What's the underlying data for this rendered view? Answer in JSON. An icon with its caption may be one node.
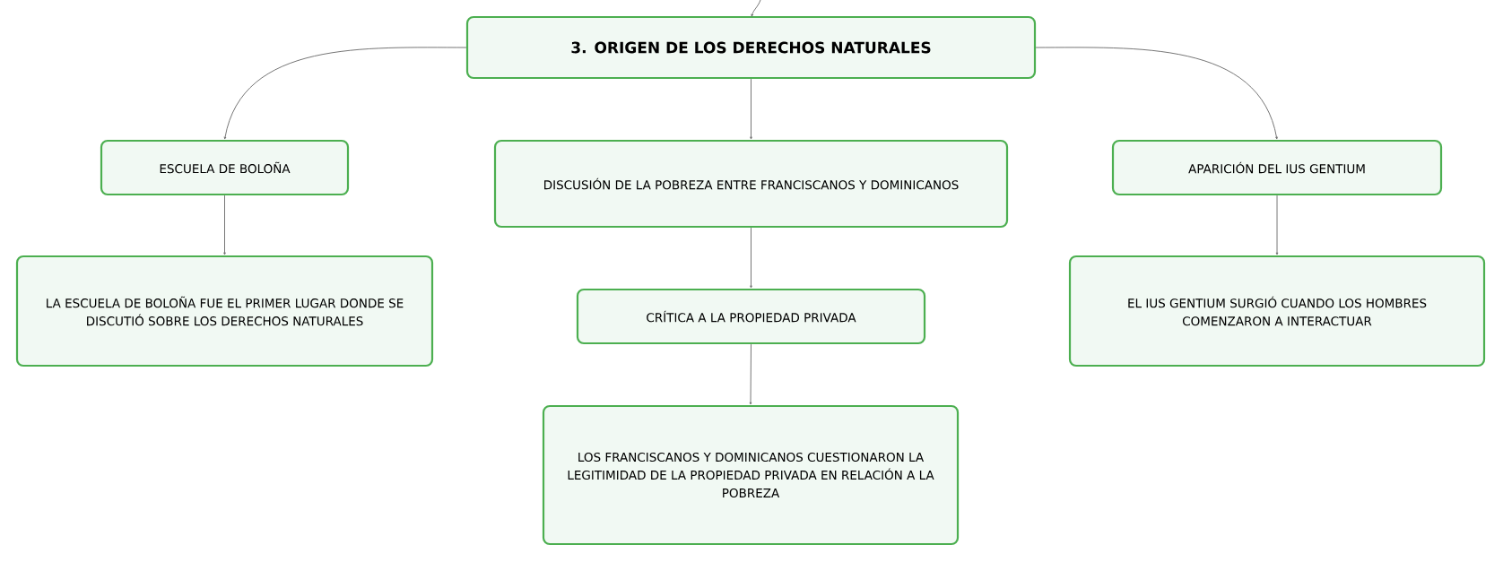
{
  "diagram": {
    "nodes": [
      {
        "text": [
          "3. ORIGEN DE LOS DERECHOS NATURALES"
        ]
      },
      {
        "text": [
          "ESCUELA DE BOLOÑA"
        ]
      },
      {
        "text": [
          "DISCUSIÓN DE LA POBREZA ENTRE FRANCISCANOS Y DOMINICANOS"
        ]
      },
      {
        "text": [
          "APARICIÓN DEL IUS GENTIUM"
        ]
      },
      {
        "text": [
          "LA ESCUELA DE BOLOÑA FUE EL PRIMER LUGAR DONDE SE DISCUTIÓ SOBRE LOS DERECHOS NATURALES"
        ]
      },
      {
        "text": [
          "CRÍTICA A LA PROPIEDAD PRIVADA"
        ]
      },
      {
        "text": [
          "EL IUS GENTIUM SURGIÓ CUANDO LOS HOMBRES COMENZARON A INTERACTUAR"
        ]
      },
      {
        "text": [
          "LOS FRANCISCANOS Y DOMINICANOS CUESTIONARON LA LEGITIMIDAD DE LA PROPIEDAD PRIVADA EN RELACIÓN A LA POBREZA"
        ]
      }
    ],
    "edges": [
      {
        "from": null,
        "to": 0,
        "arrow": "to"
      },
      {
        "from": 0,
        "to": 1,
        "arrow": "to"
      },
      {
        "from": 0,
        "to": 2,
        "arrow": "to"
      },
      {
        "from": 0,
        "to": 3,
        "arrow": "to"
      },
      {
        "from": 1,
        "to": 4,
        "arrow": "to"
      },
      {
        "from": 2,
        "to": 5,
        "arrow": "to"
      },
      {
        "from": 5,
        "to": 7,
        "arrow": "to"
      },
      {
        "from": 3,
        "to": 6,
        "arrow": "to"
      }
    ]
  }
}
